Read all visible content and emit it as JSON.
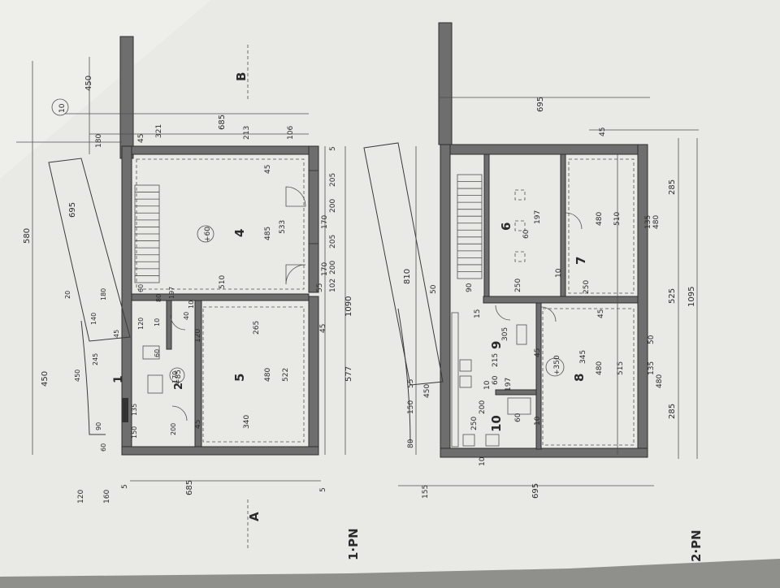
{
  "plans": [
    {
      "label": "1·PN",
      "section_mark": "A",
      "axis_mark": "B",
      "rooms": [
        {
          "number": "1",
          "area": ""
        },
        {
          "number": "2",
          "area": ""
        },
        {
          "number": "4",
          "area": "+60"
        },
        {
          "number": "5",
          "area": "+85"
        }
      ],
      "dimensions": {
        "left_outer": [
          "580",
          "450",
          "695",
          "450"
        ],
        "top_chain": [
          "180",
          "45",
          "321",
          "213",
          "106",
          "45",
          "5"
        ],
        "top_total": "685",
        "bottom_total": "685",
        "bottom_chain": [
          "160",
          "120",
          "5",
          "5"
        ],
        "right_chain": [
          "205",
          "200",
          "170",
          "205",
          "170",
          "200",
          "102",
          "55",
          "45"
        ],
        "right_total_a": "1090",
        "right_total_b": "577",
        "room4": [
          "485",
          "533",
          "510"
        ],
        "room5": [
          "265",
          "480",
          "522",
          "340",
          "45",
          "120"
        ],
        "misc": [
          "450",
          "120",
          "180",
          "20",
          "45",
          "60",
          "80",
          "197",
          "40",
          "10",
          "245",
          "90",
          "60",
          "200",
          "170",
          "150",
          "135",
          "60",
          "10",
          "140"
        ]
      },
      "circle_tag": "10"
    },
    {
      "label": "2·PN",
      "rooms": [
        {
          "number": "6",
          "area": ""
        },
        {
          "number": "7",
          "area": ""
        },
        {
          "number": "8",
          "area": "+350"
        },
        {
          "number": "9",
          "area": ""
        },
        {
          "number": "10",
          "area": ""
        }
      ],
      "dimensions": {
        "top_total": "695",
        "bottom_total": "695",
        "bottom_chain": [
          "155",
          "80",
          "10"
        ],
        "left_chain": [
          "810",
          "150",
          "55",
          "450",
          "50"
        ],
        "right_chain": [
          "45",
          "285",
          "525",
          "285"
        ],
        "right_total": "1095",
        "room6": [
          "197",
          "60",
          "250",
          "90",
          "10"
        ],
        "room7": [
          "480",
          "510",
          "135",
          "480",
          "250"
        ],
        "room8": [
          "345",
          "480",
          "515",
          "135",
          "480",
          "45",
          "50"
        ],
        "room9": [
          "215",
          "305",
          "197",
          "60",
          "10",
          "45",
          "15"
        ],
        "room10": [
          "250",
          "200",
          "60",
          "10"
        ]
      }
    }
  ]
}
